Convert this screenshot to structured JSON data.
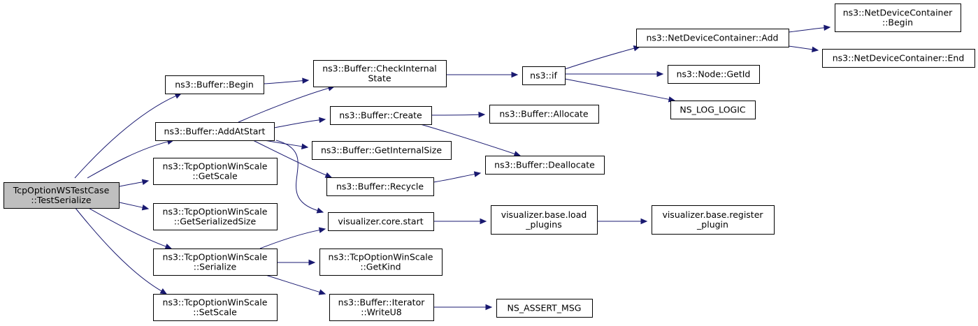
{
  "graph": {
    "edge_color": "#191970",
    "root_fill": "#bfbfbf",
    "nodes": {
      "root": [
        "TcpOptionWSTestCase",
        "::TestSerialize"
      ],
      "buffer_begin": [
        "ns3::Buffer::Begin"
      ],
      "buffer_addatstart": [
        "ns3::Buffer::AddAtStart"
      ],
      "ws_getscale": [
        "ns3::TcpOptionWinScale",
        "::GetScale"
      ],
      "ws_getserializedsize": [
        "ns3::TcpOptionWinScale",
        "::GetSerializedSize"
      ],
      "ws_serialize": [
        "ns3::TcpOptionWinScale",
        "::Serialize"
      ],
      "ws_setscale": [
        "ns3::TcpOptionWinScale",
        "::SetScale"
      ],
      "buffer_checkinternalstate": [
        "ns3::Buffer::CheckInternal",
        "State"
      ],
      "buffer_create": [
        "ns3::Buffer::Create"
      ],
      "buffer_getinternalsize": [
        "ns3::Buffer::GetInternalSize"
      ],
      "buffer_recycle": [
        "ns3::Buffer::Recycle"
      ],
      "vis_core_start": [
        "visualizer.core.start"
      ],
      "ws_getkind": [
        "ns3::TcpOptionWinScale",
        "::GetKind"
      ],
      "iterator_writeu8": [
        "ns3::Buffer::Iterator",
        "::WriteU8"
      ],
      "ns3_if": [
        "ns3::if"
      ],
      "buffer_allocate": [
        "ns3::Buffer::Allocate"
      ],
      "buffer_deallocate": [
        "ns3::Buffer::Deallocate"
      ],
      "vis_base_load_plugins": [
        "visualizer.base.load",
        "_plugins"
      ],
      "ns_assert_msg": [
        "NS_ASSERT_MSG"
      ],
      "ndc_add": [
        "ns3::NetDeviceContainer::Add"
      ],
      "node_getid": [
        "ns3::Node::GetId"
      ],
      "ns_log_logic": [
        "NS_LOG_LOGIC"
      ],
      "vis_base_register_plugin": [
        "visualizer.base.register",
        "_plugin"
      ],
      "ndc_begin": [
        "ns3::NetDeviceContainer",
        "::Begin"
      ],
      "ndc_end": [
        "ns3::NetDeviceContainer::End"
      ]
    },
    "edges": [
      [
        "root",
        "buffer_begin"
      ],
      [
        "root",
        "buffer_addatstart"
      ],
      [
        "root",
        "ws_getscale"
      ],
      [
        "root",
        "ws_getserializedsize"
      ],
      [
        "root",
        "ws_serialize"
      ],
      [
        "root",
        "ws_setscale"
      ],
      [
        "buffer_begin",
        "buffer_checkinternalstate"
      ],
      [
        "buffer_addatstart",
        "buffer_checkinternalstate"
      ],
      [
        "buffer_addatstart",
        "buffer_create"
      ],
      [
        "buffer_addatstart",
        "buffer_getinternalsize"
      ],
      [
        "buffer_addatstart",
        "buffer_recycle"
      ],
      [
        "buffer_addatstart",
        "vis_core_start"
      ],
      [
        "ws_serialize",
        "vis_core_start"
      ],
      [
        "ws_serialize",
        "ws_getkind"
      ],
      [
        "ws_serialize",
        "iterator_writeu8"
      ],
      [
        "buffer_checkinternalstate",
        "ns3_if"
      ],
      [
        "buffer_create",
        "buffer_allocate"
      ],
      [
        "buffer_create",
        "buffer_deallocate"
      ],
      [
        "buffer_recycle",
        "buffer_deallocate"
      ],
      [
        "vis_core_start",
        "vis_base_load_plugins"
      ],
      [
        "iterator_writeu8",
        "ns_assert_msg"
      ],
      [
        "ns3_if",
        "ndc_add"
      ],
      [
        "ns3_if",
        "node_getid"
      ],
      [
        "ns3_if",
        "ns_log_logic"
      ],
      [
        "vis_base_load_plugins",
        "vis_base_register_plugin"
      ],
      [
        "ndc_add",
        "ndc_begin"
      ],
      [
        "ndc_add",
        "ndc_end"
      ]
    ]
  }
}
